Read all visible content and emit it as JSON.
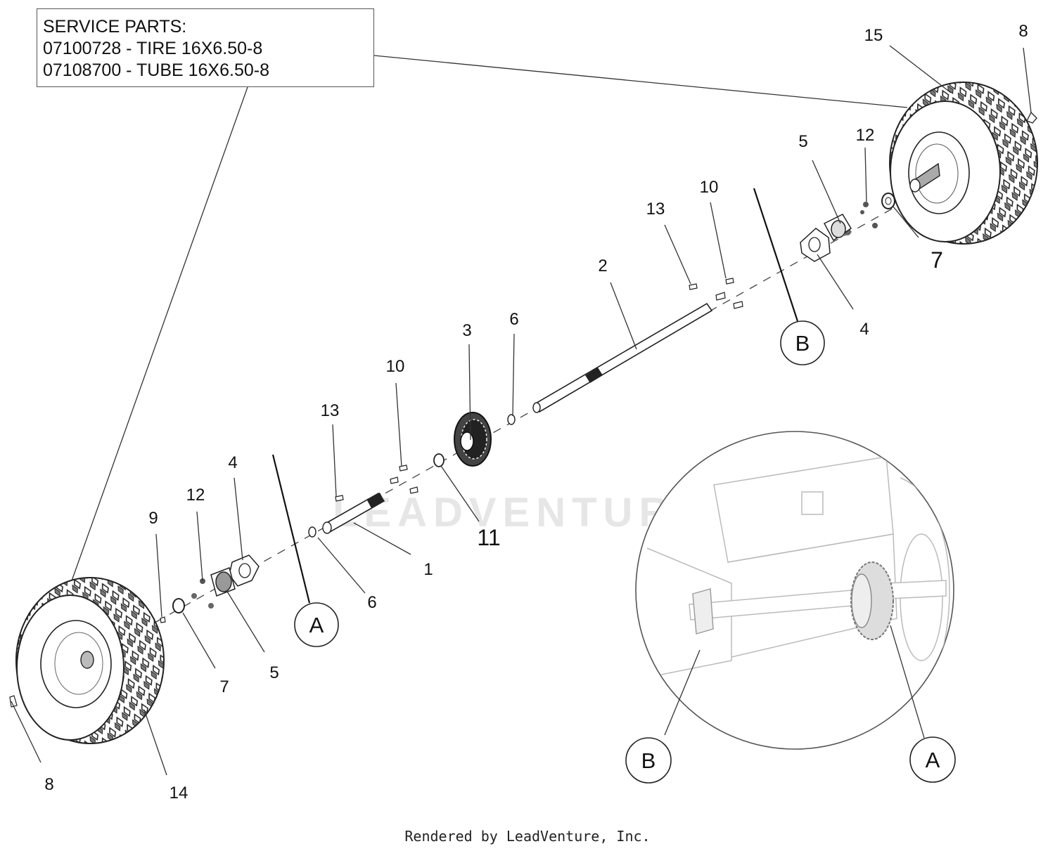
{
  "service_parts": {
    "title": "SERVICE PARTS:",
    "lines": [
      "07100728 - TIRE 16X6.50-8",
      "07108700 - TUBE 16X6.50-8"
    ]
  },
  "callouts": [
    {
      "id": "c15",
      "label": "15"
    },
    {
      "id": "c8r",
      "label": "8"
    },
    {
      "id": "c12r",
      "label": "12"
    },
    {
      "id": "c5r",
      "label": "5"
    },
    {
      "id": "c10r",
      "label": "10"
    },
    {
      "id": "c13r",
      "label": "13"
    },
    {
      "id": "c2",
      "label": "2"
    },
    {
      "id": "c7r",
      "label": "7"
    },
    {
      "id": "c4r",
      "label": "4"
    },
    {
      "id": "c3",
      "label": "3"
    },
    {
      "id": "c6u",
      "label": "6"
    },
    {
      "id": "c10l",
      "label": "10"
    },
    {
      "id": "c13l",
      "label": "13"
    },
    {
      "id": "c4l",
      "label": "4"
    },
    {
      "id": "c12l",
      "label": "12"
    },
    {
      "id": "c9",
      "label": "9"
    },
    {
      "id": "c11",
      "label": "11"
    },
    {
      "id": "c1",
      "label": "1"
    },
    {
      "id": "c6l",
      "label": "6"
    },
    {
      "id": "c7l",
      "label": "7"
    },
    {
      "id": "c5l",
      "label": "5"
    },
    {
      "id": "c8l",
      "label": "8"
    },
    {
      "id": "c14",
      "label": "14"
    }
  ],
  "view_markers": [
    {
      "id": "vB1",
      "label": "B"
    },
    {
      "id": "vA1",
      "label": "A"
    },
    {
      "id": "vB2",
      "label": "B"
    },
    {
      "id": "vA2",
      "label": "A"
    }
  ],
  "watermark": "LEADVENTURE",
  "footer": "Rendered by LeadVenture, Inc."
}
